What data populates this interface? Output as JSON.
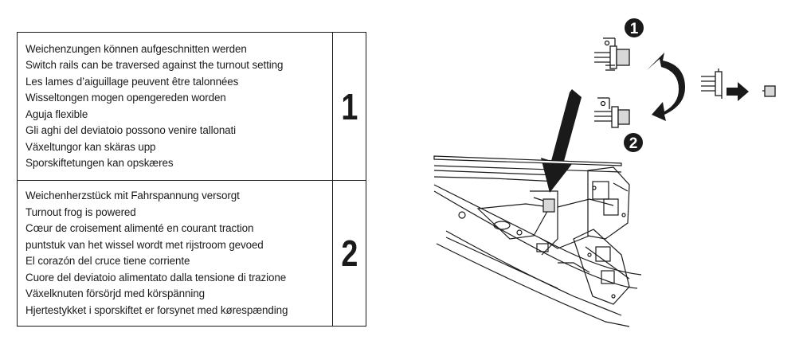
{
  "rows": [
    {
      "number": "1",
      "lines": [
        "Weichenzungen können aufgeschnitten werden",
        "Switch rails can be traversed against the turnout setting",
        "Les lames d’aiguillage peuvent être talonnées",
        "Wisseltongen mogen opengereden worden",
        "Aguja flexible",
        "Gli aghi del deviatoio possono venire tallonati",
        "Växeltungor kan skäras upp",
        "Sporskiftetungen kan opskæres"
      ]
    },
    {
      "number": "2",
      "lines": [
        "Weichenherzstück mit Fahrspannung versorgt",
        "Turnout frog is powered",
        "Cœur de croisement alimenté en courant traction",
        "puntstuk van het wissel wordt met rijstroom gevoed",
        "El corazón del cruce tiene corriente",
        "Cuore del deviatoio alimentato dalla tensione di trazione",
        "Växelknuten försörjd med körspänning",
        "Hjertestykket i sporskiftet er forsynet med kørespænding"
      ]
    }
  ],
  "illustration": {
    "badges": [
      "1",
      "2"
    ],
    "icons": [
      "curved-rotate-arrow-icon",
      "right-arrow-icon",
      "down-left-arrow-icon"
    ]
  }
}
